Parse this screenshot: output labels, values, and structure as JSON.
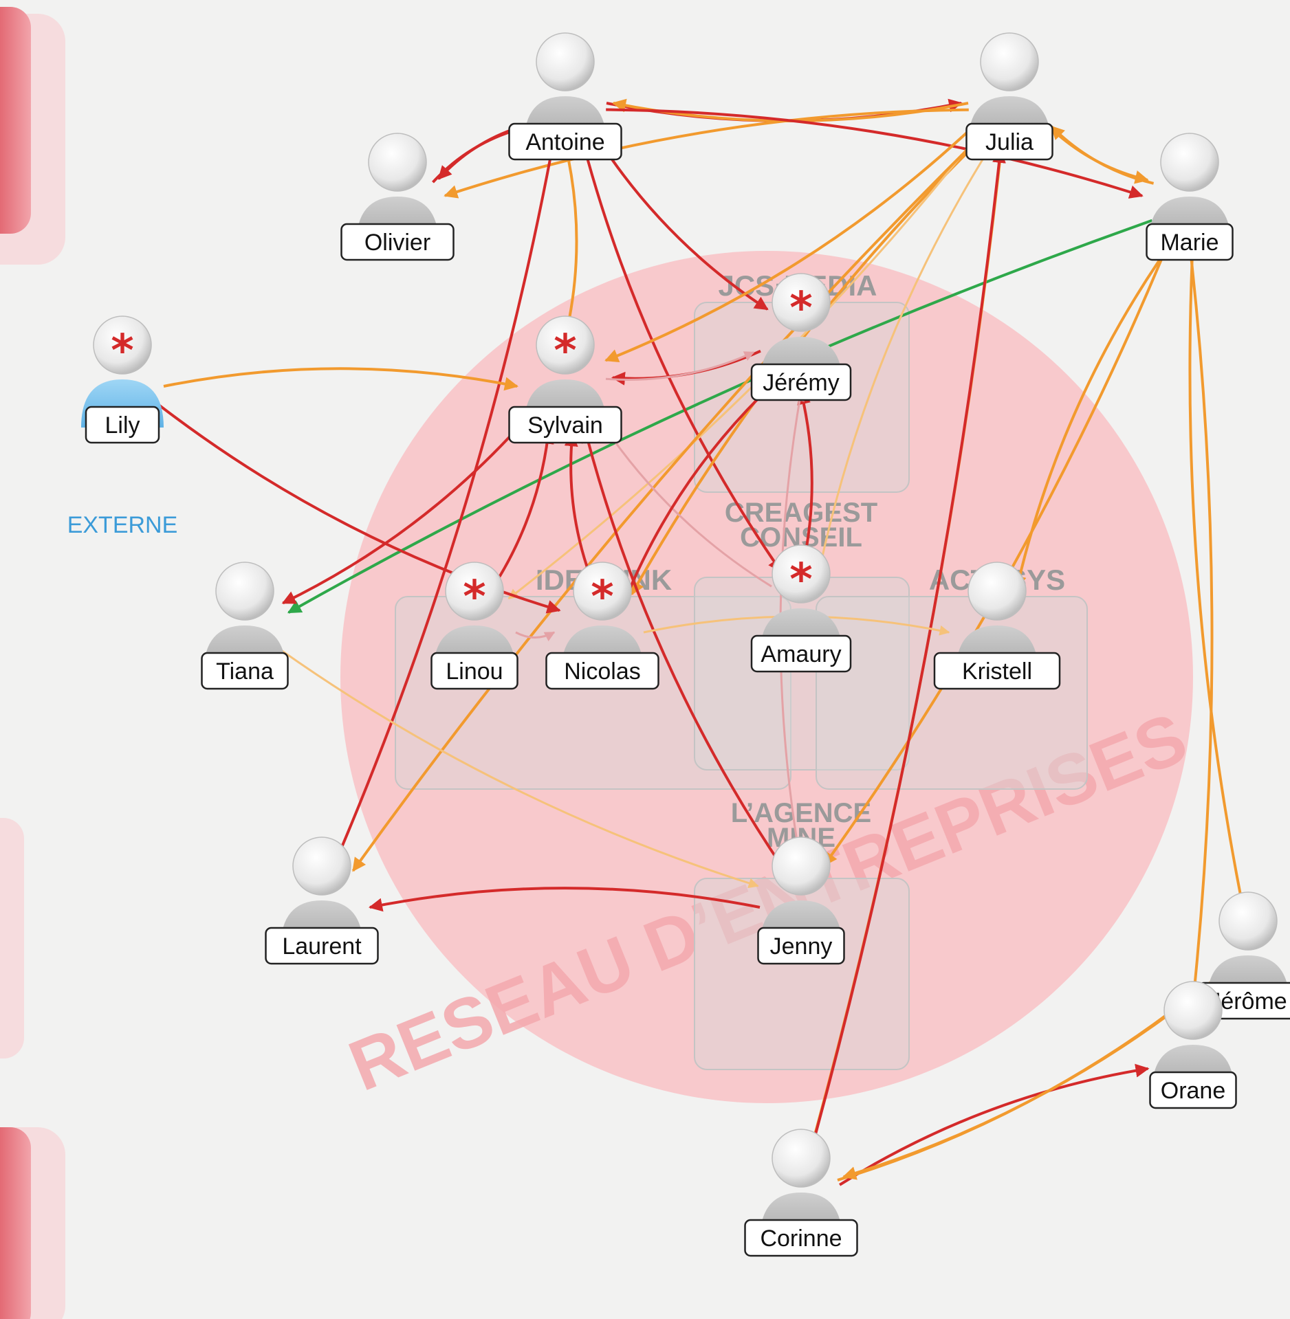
{
  "network": {
    "label": "RESEAU D’ENTREPRISES",
    "color": "#f8c9cc"
  },
  "colors": {
    "red": "#d42a2a",
    "orange": "#f29a2e",
    "light_orange": "#f6c27a",
    "pink": "#e4a2a6",
    "green": "#2ea84a",
    "person": "#b8b8b8",
    "external": "#7cc4ee",
    "external_text": "#3b9bd8",
    "star": "#d42a2a",
    "group_box": "#dcdcdc",
    "group_label": "#9a9a9a"
  },
  "groups": [
    {
      "id": "jcs",
      "label": "JCS·MEDIA"
    },
    {
      "id": "creagest",
      "label": "CREAGEST CONSEIL"
    },
    {
      "id": "idealink",
      "label": "IDEALINK"
    },
    {
      "id": "actesys",
      "label": "ACTESYS"
    },
    {
      "id": "agence",
      "label": "L’AGENCE MINE"
    }
  ],
  "external_label": "EXTERNE",
  "people": [
    {
      "id": "antoine",
      "name": "Antoine",
      "star": false,
      "external": false
    },
    {
      "id": "julia",
      "name": "Julia",
      "star": false,
      "external": false
    },
    {
      "id": "olivier",
      "name": "Olivier",
      "star": false,
      "external": false
    },
    {
      "id": "marie",
      "name": "Marie",
      "star": false,
      "external": false
    },
    {
      "id": "lily",
      "name": "Lily",
      "star": true,
      "external": true
    },
    {
      "id": "sylvain",
      "name": "Sylvain",
      "star": true,
      "external": false
    },
    {
      "id": "jeremy",
      "name": "Jérémy",
      "star": true,
      "external": false
    },
    {
      "id": "tiana",
      "name": "Tiana",
      "star": false,
      "external": false
    },
    {
      "id": "linou",
      "name": "Linou",
      "star": true,
      "external": false
    },
    {
      "id": "nicolas",
      "name": "Nicolas",
      "star": true,
      "external": false
    },
    {
      "id": "amaury",
      "name": "Amaury",
      "star": true,
      "external": false
    },
    {
      "id": "kristell",
      "name": "Kristell",
      "star": false,
      "external": false
    },
    {
      "id": "laurent",
      "name": "Laurent",
      "star": false,
      "external": false
    },
    {
      "id": "jenny",
      "name": "Jenny",
      "star": false,
      "external": false
    },
    {
      "id": "jerome",
      "name": "Jérôme",
      "star": false,
      "external": false
    },
    {
      "id": "orane",
      "name": "Orane",
      "star": false,
      "external": false
    },
    {
      "id": "corinne",
      "name": "Corinne",
      "star": false,
      "external": false
    }
  ],
  "links": [
    {
      "from": "antoine",
      "to": "julia",
      "color": "red"
    },
    {
      "from": "julia",
      "to": "antoine",
      "color": "orange"
    },
    {
      "from": "antoine",
      "to": "olivier",
      "color": "red"
    },
    {
      "from": "olivier",
      "to": "antoine",
      "color": "red"
    },
    {
      "from": "julia",
      "to": "olivier",
      "color": "orange"
    },
    {
      "from": "antoine",
      "to": "marie",
      "color": "red"
    },
    {
      "from": "julia",
      "to": "marie",
      "color": "orange"
    },
    {
      "from": "marie",
      "to": "julia",
      "color": "orange"
    },
    {
      "from": "marie",
      "to": "tiana",
      "color": "green"
    },
    {
      "from": "antoine",
      "to": "sylvain",
      "color": "orange"
    },
    {
      "from": "antoine",
      "to": "jeremy",
      "color": "red"
    },
    {
      "from": "antoine",
      "to": "laurent",
      "color": "red"
    },
    {
      "from": "antoine",
      "to": "amaury",
      "color": "red"
    },
    {
      "from": "julia",
      "to": "sylvain",
      "color": "orange"
    },
    {
      "from": "julia",
      "to": "nicolas",
      "color": "orange"
    },
    {
      "from": "julia",
      "to": "linou",
      "color": "light_orange"
    },
    {
      "from": "julia",
      "to": "amaury",
      "color": "light_orange"
    },
    {
      "from": "julia",
      "to": "corinne",
      "color": "orange"
    },
    {
      "from": "julia",
      "to": "laurent",
      "color": "orange"
    },
    {
      "from": "lily",
      "to": "sylvain",
      "color": "orange"
    },
    {
      "from": "lily",
      "to": "nicolas",
      "color": "red"
    },
    {
      "from": "jeremy",
      "to": "sylvain",
      "color": "red"
    },
    {
      "from": "sylvain",
      "to": "jeremy",
      "color": "pink"
    },
    {
      "from": "sylvain",
      "to": "tiana",
      "color": "red"
    },
    {
      "from": "linou",
      "to": "sylvain",
      "color": "red"
    },
    {
      "from": "nicolas",
      "to": "sylvain",
      "color": "red"
    },
    {
      "from": "linou",
      "to": "nicolas",
      "color": "pink"
    },
    {
      "from": "amaury",
      "to": "sylvain",
      "color": "pink"
    },
    {
      "from": "amaury",
      "to": "jeremy",
      "color": "red"
    },
    {
      "from": "nicolas",
      "to": "jeremy",
      "color": "red"
    },
    {
      "from": "marie",
      "to": "kristell",
      "color": "orange"
    },
    {
      "from": "marie",
      "to": "jenny",
      "color": "orange"
    },
    {
      "from": "marie",
      "to": "jerome",
      "color": "orange"
    },
    {
      "from": "marie",
      "to": "orane",
      "color": "orange"
    },
    {
      "from": "jenny",
      "to": "laurent",
      "color": "red"
    },
    {
      "from": "jenny",
      "to": "sylvain",
      "color": "red"
    },
    {
      "from": "tiana",
      "to": "jenny",
      "color": "light_orange"
    },
    {
      "from": "jenny",
      "to": "jeremy",
      "color": "pink"
    },
    {
      "from": "corinne",
      "to": "julia",
      "color": "red"
    },
    {
      "from": "corinne",
      "to": "orane",
      "color": "red"
    },
    {
      "from": "corinne",
      "to": "jerome",
      "color": "orange"
    },
    {
      "from": "jerome",
      "to": "corinne",
      "color": "orange"
    },
    {
      "from": "orane",
      "to": "jerome",
      "color": "red"
    },
    {
      "from": "nicolas",
      "to": "kristell",
      "color": "light_orange"
    }
  ]
}
